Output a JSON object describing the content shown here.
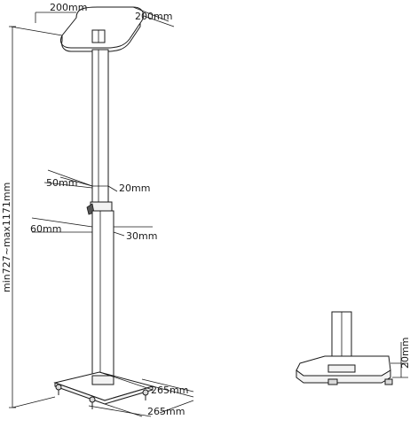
{
  "labels": {
    "top_plate_width": "200mm",
    "top_plate_depth": "200mm",
    "upper_tube_depth": "50mm",
    "upper_tube_width": "20mm",
    "lower_tube_depth": "60mm",
    "lower_tube_width": "30mm",
    "height_range": "min727~max1171mm",
    "base_width": "265mm",
    "base_depth": "265mm",
    "base_plate_thickness": "20mm"
  }
}
